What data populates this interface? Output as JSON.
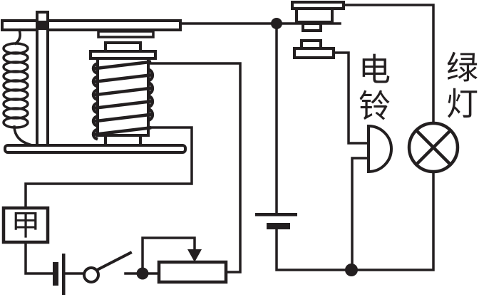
{
  "diagram": {
    "type": "relay-circuit-diagram",
    "background_color": "#ffffff",
    "line_color": "#231f20",
    "labels": {
      "sensor_box": "甲",
      "electric_bell": "电铃",
      "green_lamp": "绿灯"
    }
  }
}
